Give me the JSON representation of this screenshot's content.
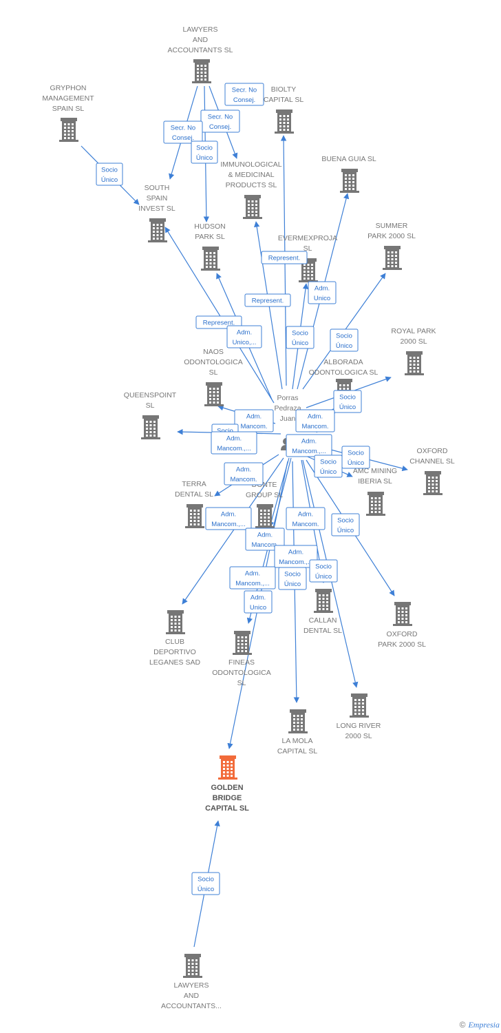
{
  "colors": {
    "edge": "#3d7fd6",
    "building": "#767676",
    "highlight": "#f26b3a"
  },
  "person": {
    "lines": [
      "Porras",
      "Pedraza",
      "Juan"
    ]
  },
  "companies": [
    {
      "id": "lawyers_top",
      "lines": [
        "LAWYERS",
        "AND",
        "ACCOUNTANTS SL"
      ]
    },
    {
      "id": "gryphon",
      "lines": [
        "GRYPHON",
        "MANAGEMENT",
        "SPAIN  SL"
      ]
    },
    {
      "id": "biolty",
      "lines": [
        "BIOLTY",
        "CAPITAL SL"
      ]
    },
    {
      "id": "immuno",
      "lines": [
        "IMMUNOLOGICAL",
        "& MEDICINAL",
        "PRODUCTS SL"
      ]
    },
    {
      "id": "buena",
      "lines": [
        "BUENA GUIA  SL"
      ]
    },
    {
      "id": "south",
      "lines": [
        "SOUTH",
        "SPAIN",
        "INVEST SL"
      ]
    },
    {
      "id": "hudson",
      "lines": [
        "HUDSON",
        "PARK SL"
      ]
    },
    {
      "id": "everme",
      "lines": [
        "EVERMEXPROJA",
        "SL"
      ]
    },
    {
      "id": "summer",
      "lines": [
        "SUMMER",
        "PARK 2000  SL"
      ]
    },
    {
      "id": "royal",
      "lines": [
        "ROYAL PARK",
        "2000  SL"
      ]
    },
    {
      "id": "naos",
      "lines": [
        "NAOS",
        "ODONTOLOGICA",
        "SL"
      ]
    },
    {
      "id": "alborada",
      "lines": [
        "ALBORADA",
        "ODONTOLOGICA SL"
      ]
    },
    {
      "id": "queens",
      "lines": [
        "QUEENSPOINT",
        "SL"
      ]
    },
    {
      "id": "oxford_ch",
      "lines": [
        "OXFORD",
        "CHANNEL  SL"
      ]
    },
    {
      "id": "amc",
      "lines": [
        "AMC MINING",
        "IBERIA  SL"
      ]
    },
    {
      "id": "terra",
      "lines": [
        "TERRA",
        "DENTAL SL"
      ]
    },
    {
      "id": "donte",
      "lines": [
        "DONTE",
        "GROUP  SL"
      ]
    },
    {
      "id": "club",
      "lines": [
        "CLUB",
        "DEPORTIVO",
        "LEGANES SAD"
      ]
    },
    {
      "id": "fineas",
      "lines": [
        "FINEAS",
        "ODONTOLOGICA",
        "SL"
      ]
    },
    {
      "id": "callan",
      "lines": [
        "CALLAN",
        "DENTAL SL"
      ]
    },
    {
      "id": "oxford_pk",
      "lines": [
        "OXFORD",
        "PARK 2000  SL"
      ]
    },
    {
      "id": "lamola",
      "lines": [
        "LA MOLA",
        "CAPITAL  SL"
      ]
    },
    {
      "id": "longriver",
      "lines": [
        "LONG RIVER",
        "2000  SL"
      ]
    },
    {
      "id": "golden",
      "lines": [
        "GOLDEN",
        "BRIDGE",
        "CAPITAL  SL"
      ],
      "highlight": true
    },
    {
      "id": "lawyers_bot",
      "lines": [
        "LAWYERS",
        "AND",
        "ACCOUNTANTS..."
      ]
    }
  ],
  "edge_labels": [
    {
      "id": "l_secr1",
      "lines": [
        "Secr.  No",
        "Consej."
      ]
    },
    {
      "id": "l_secr2",
      "lines": [
        "Secr.  No",
        "Consej."
      ]
    },
    {
      "id": "l_secr3",
      "lines": [
        "Secr.  No",
        "Consej."
      ]
    },
    {
      "id": "l_socio_law",
      "lines": [
        "Socio",
        "Único"
      ]
    },
    {
      "id": "l_socio_gry",
      "lines": [
        "Socio",
        "Único"
      ]
    },
    {
      "id": "l_rep_ever",
      "lines": [
        "Represent."
      ]
    },
    {
      "id": "l_adm_ever",
      "lines": [
        "Adm.",
        "Unico"
      ]
    },
    {
      "id": "l_rep_imm",
      "lines": [
        "Represent."
      ]
    },
    {
      "id": "l_rep_south",
      "lines": [
        "Represent."
      ]
    },
    {
      "id": "l_adm_hud",
      "lines": [
        "Adm.",
        "Unico,..."
      ]
    },
    {
      "id": "l_socio_buena",
      "lines": [
        "Socio",
        "Único"
      ]
    },
    {
      "id": "l_socio_summer",
      "lines": [
        "Socio",
        "Único"
      ]
    },
    {
      "id": "l_socio_royal",
      "lines": [
        "Socio",
        "Único"
      ]
    },
    {
      "id": "l_adm_naos",
      "lines": [
        "Adm.",
        "Mancom."
      ]
    },
    {
      "id": "l_adm_alb",
      "lines": [
        "Adm.",
        "Mancom."
      ]
    },
    {
      "id": "l_socio_queen",
      "lines": [
        "Socio",
        "Único"
      ]
    },
    {
      "id": "l_adm_queen",
      "lines": [
        "Adm.",
        "Mancom.,..."
      ]
    },
    {
      "id": "l_adm_oxch",
      "lines": [
        "Adm.",
        "Mancom.,..."
      ]
    },
    {
      "id": "l_socio_oxch",
      "lines": [
        "Socio",
        "Único"
      ]
    },
    {
      "id": "l_socio_amc",
      "lines": [
        "Socio",
        "Único"
      ]
    },
    {
      "id": "l_adm_terra",
      "lines": [
        "Adm.",
        "Mancom."
      ]
    },
    {
      "id": "l_adm_club",
      "lines": [
        "Adm.",
        "Mancom.,..."
      ]
    },
    {
      "id": "l_adm_donte",
      "lines": [
        "Adm.",
        "Mancom."
      ]
    },
    {
      "id": "l_adm_callan",
      "lines": [
        "Adm.",
        "Mancom."
      ]
    },
    {
      "id": "l_socio_oxpk",
      "lines": [
        "Socio",
        "Único"
      ]
    },
    {
      "id": "l_adm_lamola",
      "lines": [
        "Adm.",
        "Mancom.,..."
      ]
    },
    {
      "id": "l_adm_fineas",
      "lines": [
        "Adm.",
        "Mancom.,..."
      ]
    },
    {
      "id": "l_socio_lamola",
      "lines": [
        "Socio",
        "Único"
      ]
    },
    {
      "id": "l_socio_long",
      "lines": [
        "Socio",
        "Único"
      ]
    },
    {
      "id": "l_adm_golden",
      "lines": [
        "Adm.",
        "Unico"
      ]
    },
    {
      "id": "l_socio_golden",
      "lines": [
        "Socio",
        "Único"
      ]
    }
  ],
  "credit": {
    "copyright": "©",
    "brand": "Empresia"
  }
}
